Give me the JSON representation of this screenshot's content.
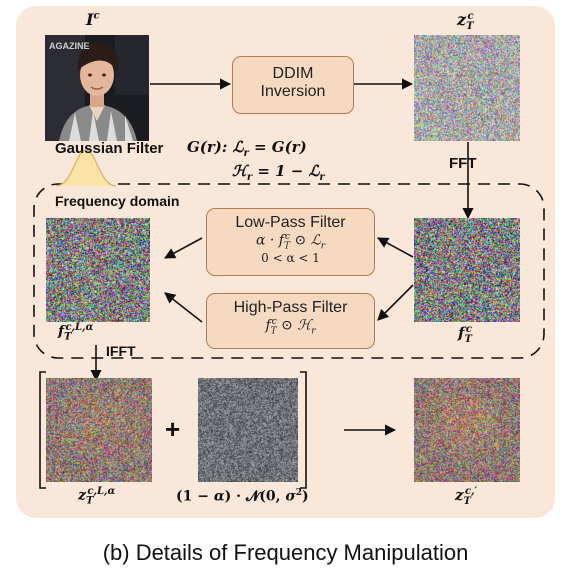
{
  "labels": {
    "input_image": "I^c",
    "zT": "z_T^c",
    "fft": "FFT",
    "ifft": "IFFT",
    "freq_domain": "Frequency domain",
    "f_low": "f_T^{c,L,α}",
    "f_T": "f_T^c",
    "z_low": "z_T^{c,L,α}",
    "noise": "(1 − α) · 𝒩(0, σ²)",
    "z_out": "z_T^{c,′}",
    "plus": "+"
  },
  "ddim": {
    "line1": "DDIM",
    "line2": "Inversion"
  },
  "gaussian": {
    "title": "Gaussian Filter",
    "eq1": "G(r): ℒ_r = G(r)",
    "eq2": "ℋ_r = 1 − ℒ_r"
  },
  "low_pass": {
    "title": "Low-Pass Filter",
    "eq": "α · f_T^c ⊙ ℒ_r",
    "constraint": "0 < α < 1"
  },
  "high_pass": {
    "title": "High-Pass Filter",
    "eq": "f_T^c ⊙ ℋ_r"
  },
  "caption": "(b) Details of Frequency Manipulation",
  "colors": {
    "panel": "#f9e7d9",
    "box_fill": "#f6d9c1",
    "box_border": "#b67a55"
  }
}
